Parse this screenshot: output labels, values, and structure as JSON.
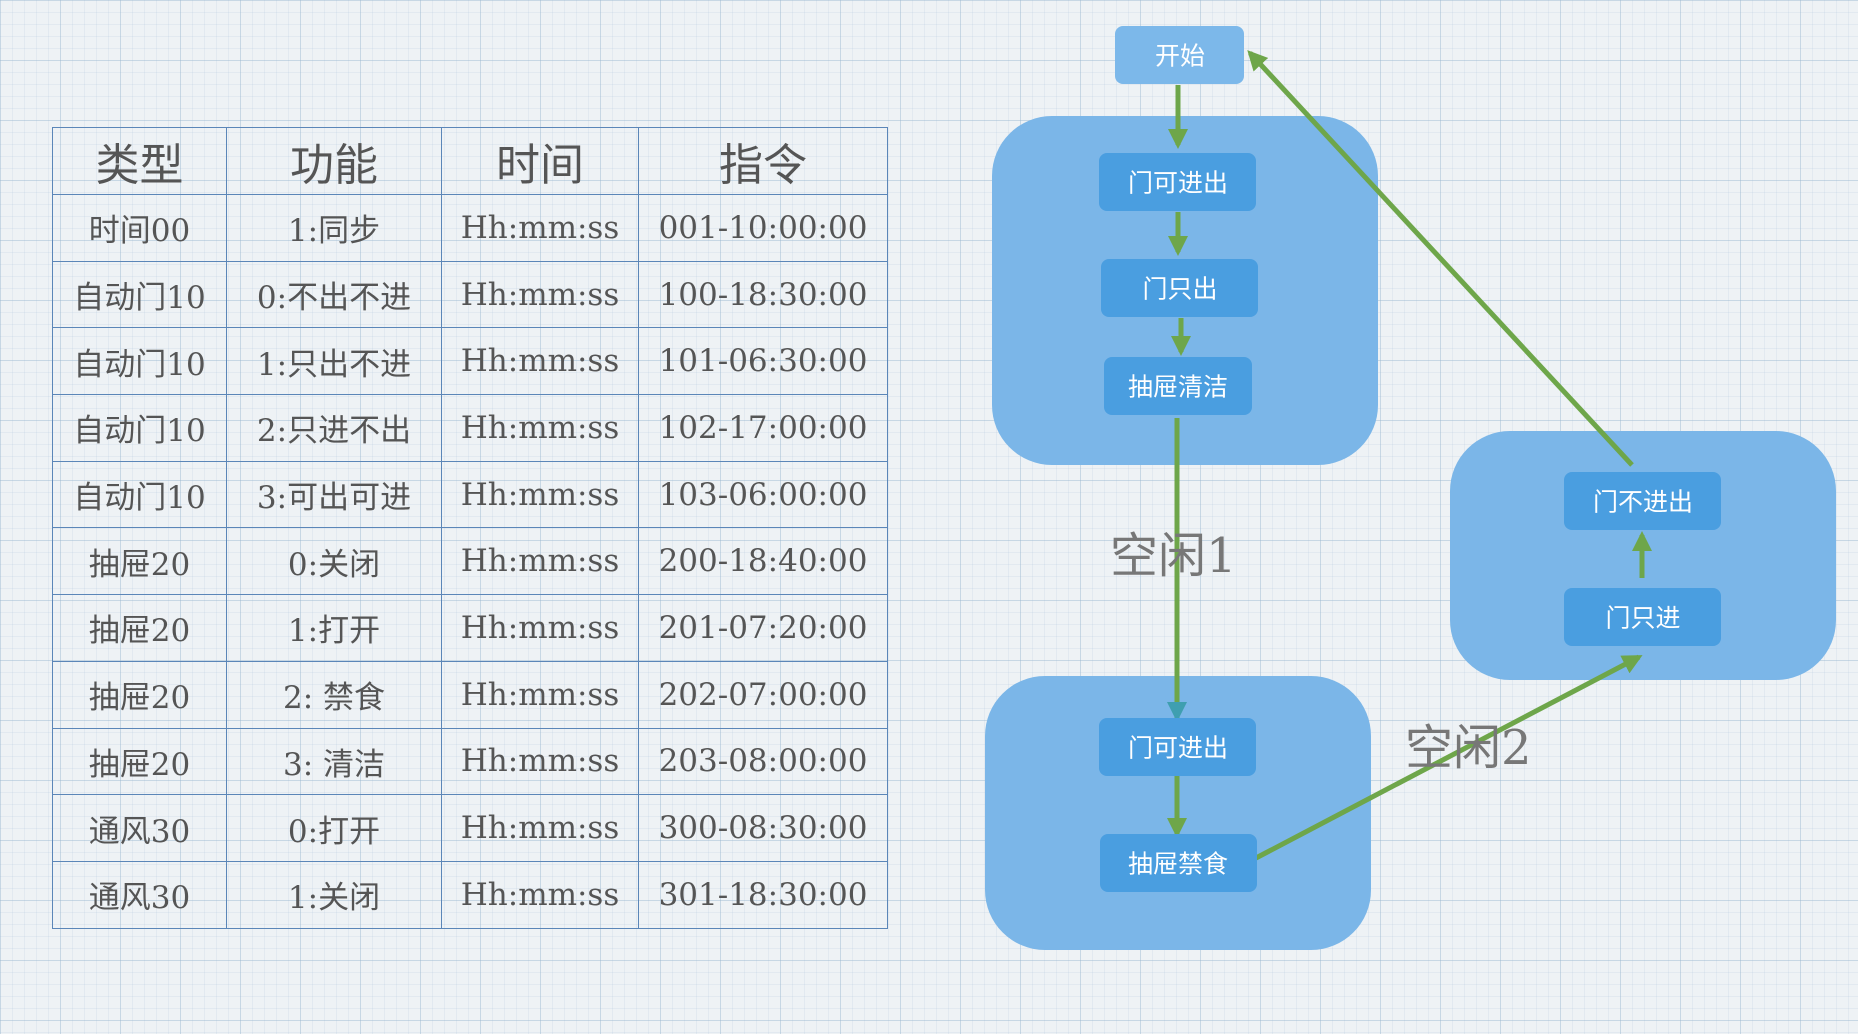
{
  "table": {
    "headers": [
      "类型",
      "功能",
      "时间",
      "指令"
    ],
    "rows": [
      [
        "时间00",
        "1:同步",
        "Hh:mm:ss",
        "001-10:00:00"
      ],
      [
        "自动门10",
        "0:不出不进",
        "Hh:mm:ss",
        "100-18:30:00"
      ],
      [
        "自动门10",
        "1:只出不进",
        "Hh:mm:ss",
        "101-06:30:00"
      ],
      [
        "自动门10",
        "2:只进不出",
        "Hh:mm:ss",
        "102-17:00:00"
      ],
      [
        "自动门10",
        "3:可出可进",
        "Hh:mm:ss",
        "103-06:00:00"
      ],
      [
        "抽屉20",
        "0:关闭",
        "Hh:mm:ss",
        "200-18:40:00"
      ],
      [
        "抽屉20",
        "1:打开",
        "Hh:mm:ss",
        "201-07:20:00"
      ],
      [
        "抽屉20",
        "2: 禁食",
        "Hh:mm:ss",
        "202-07:00:00"
      ],
      [
        "抽屉20",
        "3: 清洁",
        "Hh:mm:ss",
        "203-08:00:00"
      ],
      [
        "通风30",
        "0:打开",
        "Hh:mm:ss",
        "300-08:30:00"
      ],
      [
        "通风30",
        "1:关闭",
        "Hh:mm:ss",
        "301-18:30:00"
      ]
    ]
  },
  "diagram": {
    "nodes": {
      "start": "开始",
      "door_in_out_1": "门可进出",
      "door_out_only": "门只出",
      "drawer_clean": "抽屉清洁",
      "door_in_out_2": "门可进出",
      "drawer_fasting": "抽屉禁食",
      "door_no_in_out": "门不进出",
      "door_in_only": "门只进"
    },
    "idle_labels": {
      "idle1": "空闲1",
      "idle2": "空闲2"
    },
    "colors": {
      "group_fill": "#7bb6e8",
      "node_fill": "#4a9ee0",
      "start_fill": "#7cb8ea",
      "arrow": "#6ea64a"
    }
  }
}
